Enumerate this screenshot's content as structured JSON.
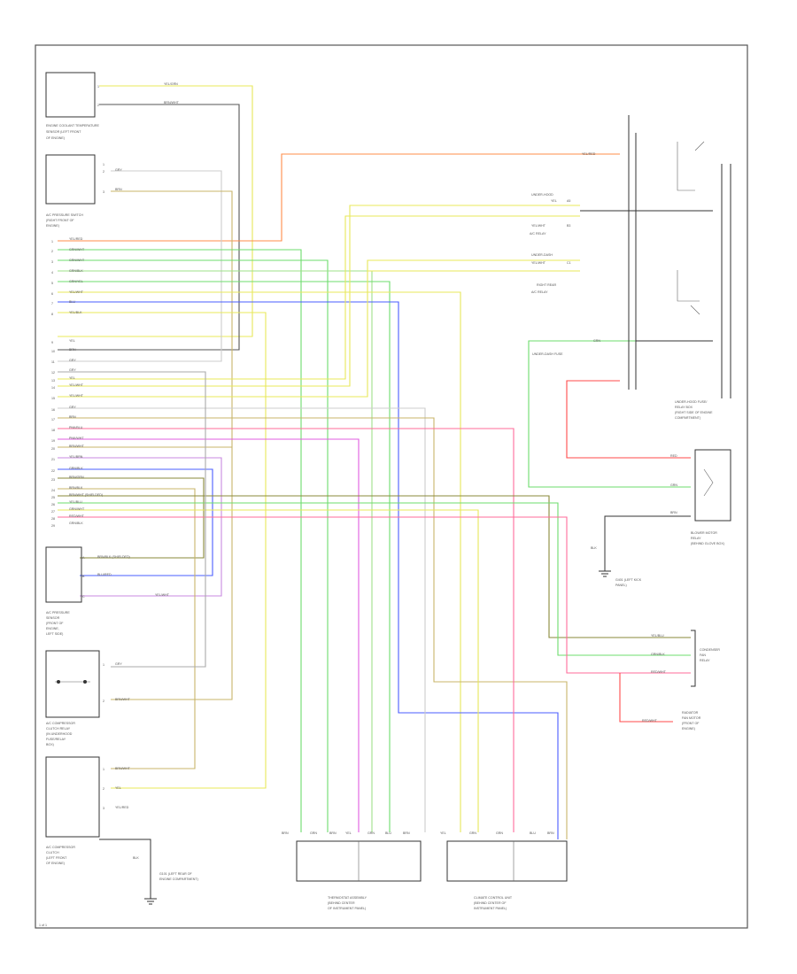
{
  "diagram": {
    "page_tag": "1 of 1",
    "components": {
      "top_sensor": {
        "pins": [
          "1",
          "2"
        ],
        "wire_labels": [
          "YEL/GRN",
          "BRN/WHT"
        ],
        "caption": [
          "ENGINE COOLANT TEMPERATURE",
          "SENSOR (LEFT FRONT",
          "OF ENGINE)"
        ]
      },
      "ecm_upper": {
        "pins": [
          "1",
          "2",
          "3"
        ],
        "wire_labels": [
          "GRY",
          "BRN"
        ],
        "caption": [
          "A/C PRESSURE SWITCH",
          "(RIGHT FRONT OF",
          "ENGINE)"
        ]
      },
      "ecm_main_pins_a": [
        "1",
        "2",
        "3",
        "4",
        "5",
        "6",
        "7",
        "8"
      ],
      "ecm_main_labels_a": [
        "YEL/RED",
        "GRN/WHT",
        "GRN/WHT",
        "GRN/BLK",
        "GRN/YEL",
        "YEL/WHT",
        "BLU",
        "YEL/BLK"
      ],
      "ecm_main_pins_b": [
        "9",
        "10",
        "11",
        "12",
        "13",
        "14",
        "15",
        "16",
        "17",
        "18",
        "19",
        "20",
        "21",
        "22",
        "23",
        "24",
        "25",
        "26",
        "27",
        "28",
        "29"
      ],
      "ecm_main_labels_b": [
        "YEL",
        "BRN",
        "GRY",
        "GRY",
        "YEL",
        "YEL/WHT",
        "YEL/WHT",
        "GRY",
        "BRN",
        "PNK/BLU",
        "PNK/WHT",
        "BRN/WHT",
        "YEL/BRN",
        "GRN/BLK",
        "BRN/GRN",
        "BRN/BLK",
        "BRN/WHT (SHIELDED)",
        "YEL/BLU",
        "GRN/WHT",
        "RED/WHT",
        "GRN/BLK"
      ],
      "a_c_sensor": {
        "pins": [
          "A",
          "B",
          "C"
        ],
        "wire_labels": [
          "BRN/BLK (SHIELDED)",
          "BLU/RED",
          "YEL/WHT"
        ],
        "caption": [
          "A/C PRESSURE",
          "SENSOR",
          "(FRONT OF",
          "ENGINE,",
          "LEFT SIDE)"
        ]
      },
      "clutch_relay": {
        "pins": [
          "1",
          "2"
        ],
        "wire_labels": [
          "GRY",
          "BRN/WHT"
        ],
        "caption": [
          "A/C COMPRESSOR",
          "CLUTCH RELAY",
          "(IN UNDERHOOD",
          "FUSE/RELAY",
          "BOX)"
        ]
      },
      "clutch_lower": {
        "pins": [
          "1",
          "2",
          "3"
        ],
        "wire_labels": [
          "BRN/WHT",
          "YEL",
          "YEL/RED"
        ],
        "caption": [
          "A/C COMPRESSOR",
          "CLUTCH",
          "(LEFT FRONT",
          "OF ENGINE)"
        ]
      },
      "ground_bottom": {
        "label": "BLK",
        "caption": [
          "G101 (LEFT REAR OF",
          "ENGINE COMPARTMENT)"
        ]
      },
      "center_module": {
        "pin_labels": [
          "BRN",
          "GRN",
          "BRN",
          "YEL",
          "GRN",
          "BLU",
          "BRN"
        ],
        "caption": [
          "THERMOSTAT ASSEMBLY",
          "(BEHIND CENTER",
          "OF INSTRUMENT PANEL)"
        ]
      },
      "right_module": {
        "pin_labels": [
          "YEL",
          "GRN",
          "GRN",
          "BLU",
          "BRN"
        ],
        "caption": [
          "CLIMATE CONTROL UNIT",
          "(BEHIND CENTER OF",
          "INSTRUMENT PANEL)"
        ]
      },
      "fuse_box": {
        "rows": [
          {
            "label": "UNDER-HOOD",
            "sub": "YEL",
            "pin": "A5"
          },
          {
            "label": "YEL/WHT",
            "sub": "A/C RELAY",
            "pin": "B3"
          },
          {
            "label": "UNDER-DASH",
            "sub": "YEL/WHT",
            "pin": "C1"
          },
          {
            "label": "RIGHT REAR",
            "sub": "A/C RELAY",
            "pin": ""
          }
        ],
        "top_wire_label": "YEL/RED",
        "fuse_label": "UNDER-DASH FUSE",
        "fuse_wire": "GRN",
        "caption": [
          "UNDER-HOOD FUSE/",
          "RELAY BOX",
          "(RIGHT SIDE OF ENGINE",
          "COMPARTMENT)"
        ]
      },
      "blower_switch": {
        "labels": [
          "RED",
          "GRN",
          "BRN"
        ],
        "caption": [
          "BLOWER MOTOR",
          "RELAY",
          "(BEHIND GLOVE BOX)"
        ]
      },
      "ground_right": {
        "label": "BLK",
        "caption": [
          "G401 (LEFT KICK",
          "PANEL)"
        ]
      },
      "condenser_fan": {
        "labels": [
          "YEL/BLU",
          "GRN/BLK",
          "RED/WHT"
        ],
        "caption": [
          "CONDENSER",
          "FAN",
          "RELAY"
        ]
      },
      "radiator_fan": {
        "label": "RED/WHT",
        "caption": [
          "RADIATOR",
          "FAN MOTOR",
          "(FRONT OF",
          "ENGINE)"
        ]
      }
    }
  }
}
